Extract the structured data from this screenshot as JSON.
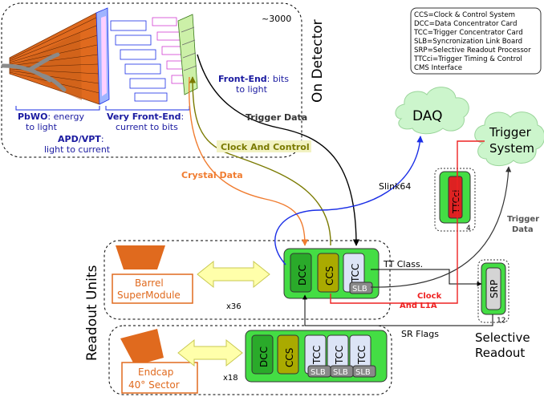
{
  "legend": {
    "lines": [
      "CCS=Clock & Control System",
      "DCC=Data Concentrator Card",
      "TCC=Trigger Concentrator Card",
      "SLB=Syncronization Link Board",
      "SRP=Selective Readout Processor",
      "TTCci=Trigger Timing & Control",
      "CMS Interface"
    ]
  },
  "detector": {
    "section_label": "On Detector",
    "count": "~3000",
    "pbwo_bold": "PbWO",
    "pbwo_rest": ": energy",
    "pbwo_line2": "to light",
    "apd_bold": "APD/VPT",
    "apd_rest": ":",
    "apd_line2": "light to current",
    "vfe_bold": "Very Front-End",
    "vfe_rest": ":",
    "vfe_line2": "current  to bits",
    "fe_bold": "Front-End",
    "fe_rest": ": bits",
    "fe_line2": "to light"
  },
  "signals": {
    "trigger_data": "Trigger Data",
    "clock_and_control": "Clock And Control",
    "crystal_data": "Crystal Data",
    "slink64": "Slink64",
    "tt_class": "TT Class.",
    "clock_l1a_line1": "Clock",
    "clock_l1a_line2": "And L1A",
    "sr_flags": "SR Flags",
    "trigger_data_right_1": "Trigger",
    "trigger_data_right_2": "Data"
  },
  "clouds": {
    "daq": "DAQ",
    "trigger_system_1": "Trigger",
    "trigger_system_2": "System"
  },
  "ttcci": {
    "label": "TTCci",
    "count": "4"
  },
  "srp": {
    "label": "SRP",
    "count": "12"
  },
  "selective_readout": {
    "line1": "Selective",
    "line2": "Readout"
  },
  "readout": {
    "section_label": "Readout Units",
    "barrel_line1": "Barrel",
    "barrel_line2": "SuperModule",
    "barrel_count": "x36",
    "endcap_line1": "Endcap",
    "endcap_line2": "40° Sector",
    "endcap_count": "x18",
    "dcc": "DCC",
    "ccs": "CCS",
    "tcc": "TCC",
    "slb": "SLB"
  }
}
